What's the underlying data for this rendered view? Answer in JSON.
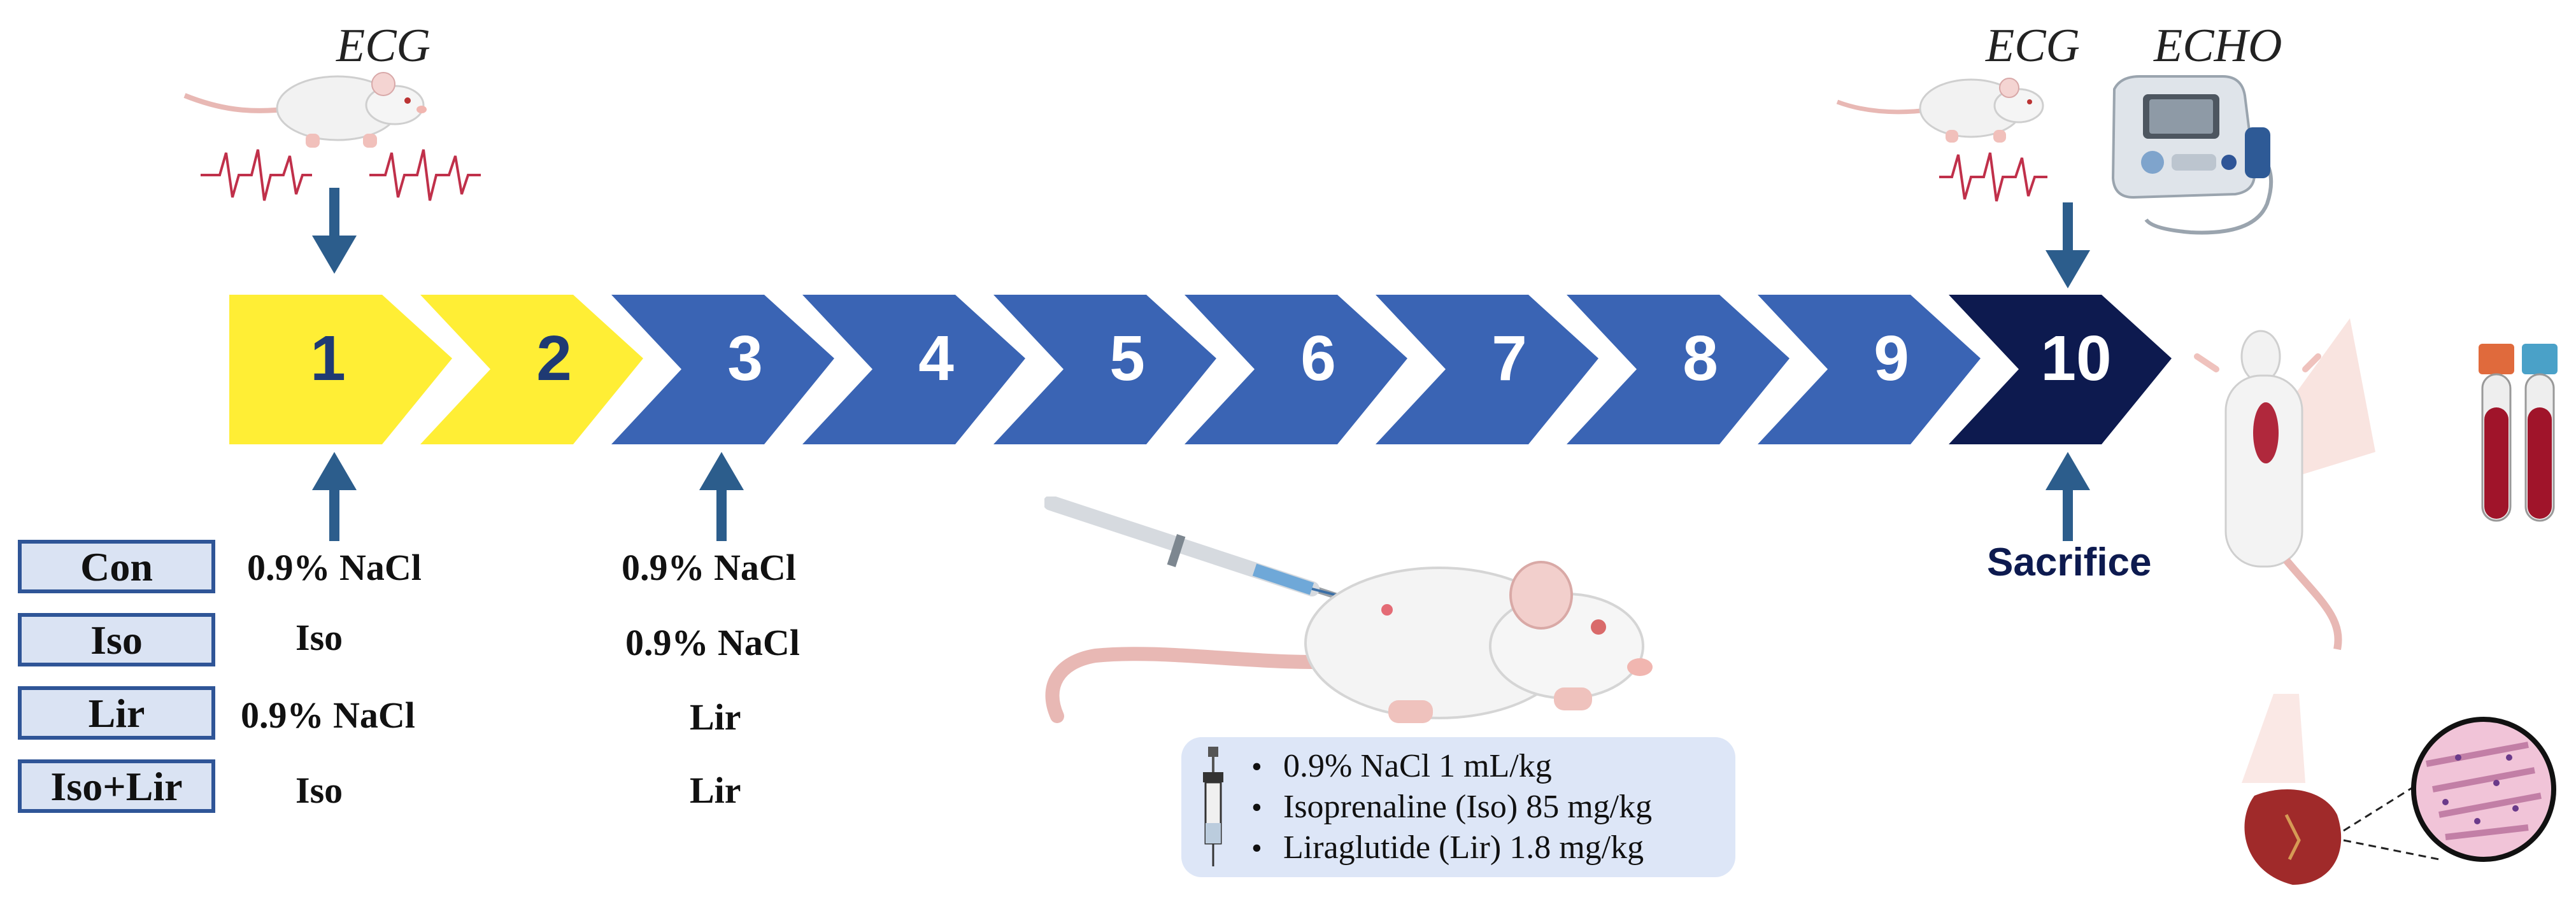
{
  "measurements": {
    "start_ecg_label": "ECG",
    "end_ecg_label": "ECG",
    "end_echo_label": "ECHO"
  },
  "timeline": {
    "days": [
      {
        "label": "1",
        "color": "#ffee35",
        "text_color": "#1f3a73"
      },
      {
        "label": "2",
        "color": "#ffee35",
        "text_color": "#1f3a73"
      },
      {
        "label": "3",
        "color": "#3a64b4",
        "text_color": "#ffffff"
      },
      {
        "label": "4",
        "color": "#3a64b4",
        "text_color": "#ffffff"
      },
      {
        "label": "5",
        "color": "#3a64b4",
        "text_color": "#ffffff"
      },
      {
        "label": "6",
        "color": "#3a64b4",
        "text_color": "#ffffff"
      },
      {
        "label": "7",
        "color": "#3a64b4",
        "text_color": "#ffffff"
      },
      {
        "label": "8",
        "color": "#3a64b4",
        "text_color": "#ffffff"
      },
      {
        "label": "9",
        "color": "#3a64b4",
        "text_color": "#ffffff"
      },
      {
        "label": "10",
        "color": "#0d1a4f",
        "text_color": "#ffffff"
      }
    ],
    "sacrifice_label": "Sacrifice"
  },
  "groups": [
    {
      "name": "Con",
      "days_1_2": "0.9% NaCl",
      "days_3_10": "0.9% NaCl"
    },
    {
      "name": "Iso",
      "days_1_2": "Iso",
      "days_3_10": "0.9% NaCl"
    },
    {
      "name": "Lir",
      "days_1_2": "0.9% NaCl",
      "days_3_10": "Lir"
    },
    {
      "name": "Iso+Lir",
      "days_1_2": "Iso",
      "days_3_10": "Lir"
    }
  ],
  "legend": {
    "items": [
      "0.9% NaCl 1 mL/kg",
      "Isoprenaline (Iso) 85 mg/kg",
      "Liraglutide (Lir) 1.8 mg/kg"
    ]
  },
  "colors": {
    "arrow": "#2c5d8c",
    "ecg_trace": "#c0304a",
    "box_border": "#2f5597",
    "box_fill": "#dae3f3",
    "legend_fill": "#dde6f7"
  }
}
